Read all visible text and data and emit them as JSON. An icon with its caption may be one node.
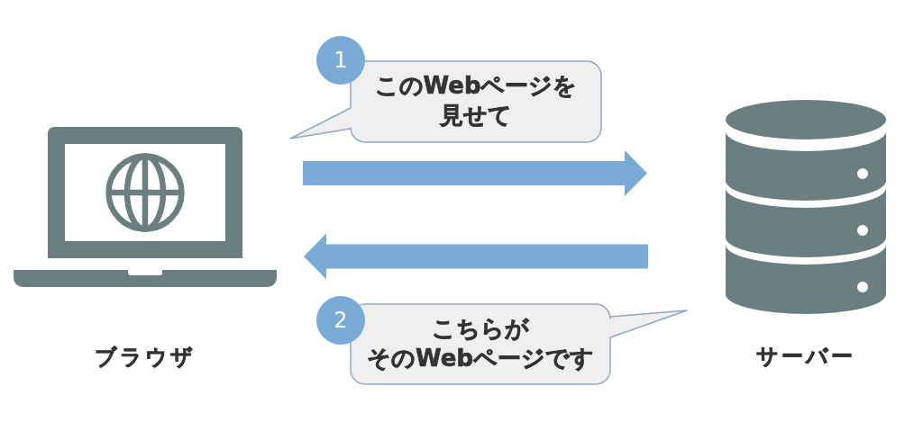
{
  "diagram": {
    "nodes": [
      {
        "text": [
          "ブラウザ"
        ]
      },
      {
        "text": [
          "1"
        ]
      },
      {
        "text": [
          "このWebページを見せて"
        ]
      },
      {
        "text": [
          "2"
        ]
      },
      {
        "text": [
          "こちらがそのWebページです"
        ]
      },
      {
        "text": [
          "サーバー"
        ]
      }
    ],
    "edges": [
      {
        "from": 0,
        "to": 5,
        "arrow": "to"
      },
      {
        "from": 5,
        "to": 0,
        "arrow": "to"
      }
    ]
  }
}
